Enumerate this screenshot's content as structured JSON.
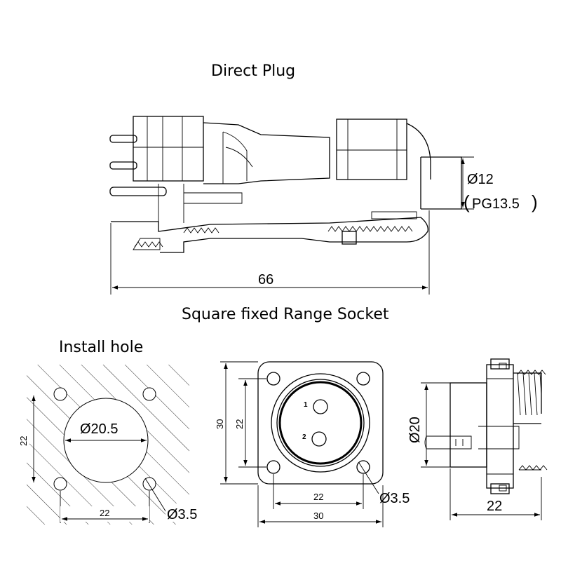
{
  "titles": {
    "plug": "Direct Plug",
    "socket": "Square fixed Range Socket",
    "install": "Install hole"
  },
  "plug": {
    "cable_dia": "Ø12",
    "pg_open": "(",
    "pg_text": "PG13.5",
    "pg_close": ")",
    "length": "66"
  },
  "install_hole": {
    "center_dia": "Ø20.5",
    "vertical": "22",
    "horizontal": "22",
    "hole_dia": "Ø3.5"
  },
  "socket_front": {
    "outer_height": "30",
    "inner_height": "22",
    "inner_width": "22",
    "outer_width": "30",
    "hole_dia": "Ø3.5",
    "pins": [
      "1",
      "2"
    ]
  },
  "socket_side": {
    "diameter": "Ø20",
    "width": "22"
  }
}
